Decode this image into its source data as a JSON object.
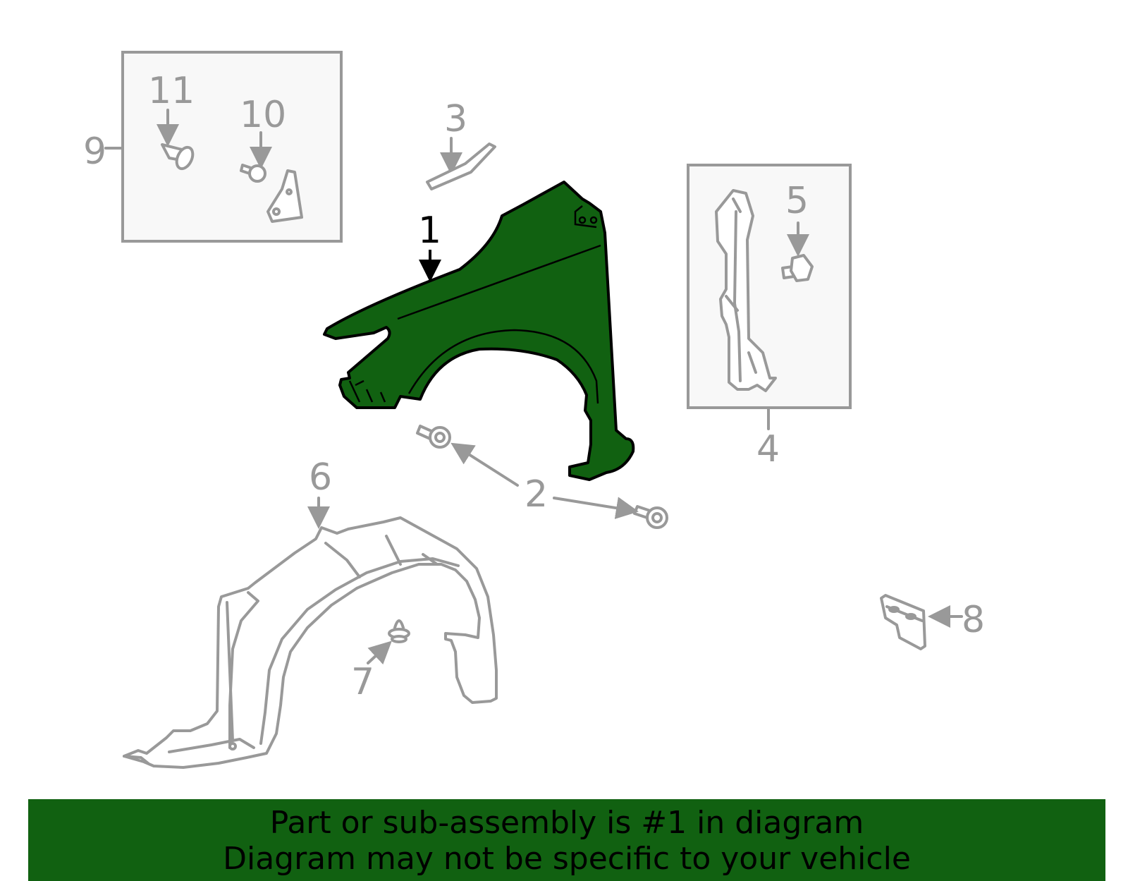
{
  "colors": {
    "highlight": "#116111",
    "part_outline": "#999999",
    "active_outline": "#000000",
    "banner_background": "#116111"
  },
  "callouts": {
    "c1": "1",
    "c2": "2",
    "c3": "3",
    "c4": "4",
    "c5": "5",
    "c6": "6",
    "c7": "7",
    "c8": "8",
    "c9": "9",
    "c10": "10",
    "c11": "11"
  },
  "banner": {
    "line1": "Part or sub-assembly is #1 in diagram",
    "line2": "Diagram may not be specific to your vehicle"
  }
}
